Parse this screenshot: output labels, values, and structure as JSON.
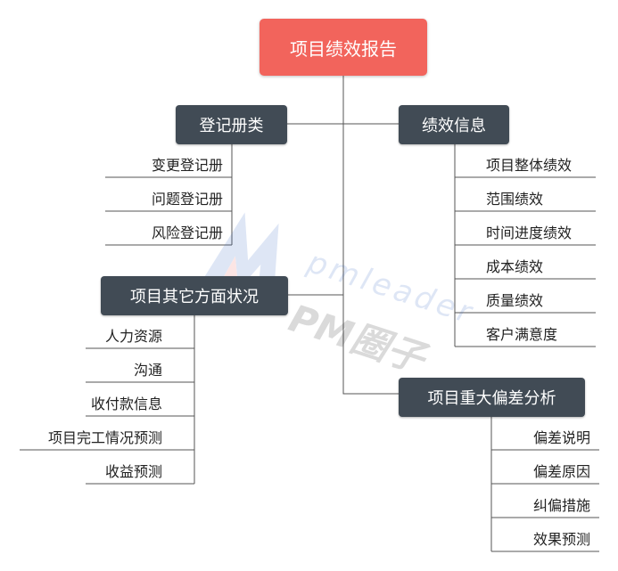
{
  "root": {
    "label": "项目绩效报告"
  },
  "registers": {
    "label": "登记册类",
    "items": [
      "变更登记册",
      "问题登记册",
      "风险登记册"
    ]
  },
  "performance": {
    "label": "绩效信息",
    "items": [
      "项目整体绩效",
      "范围绩效",
      "时间进度绩效",
      "成本绩效",
      "质量绩效",
      "客户满意度"
    ]
  },
  "other": {
    "label": "项目其它方面状况",
    "items": [
      "人力资源",
      "沟通",
      "收付款信息",
      "项目完工情况预测",
      "收益预测"
    ]
  },
  "variance": {
    "label": "项目重大偏差分析",
    "items": [
      "偏差说明",
      "偏差原因",
      "纠偏措施",
      "效果预测"
    ]
  },
  "watermark": {
    "text_latin": "pmleader",
    "text_cn": "PM圈子"
  },
  "colors": {
    "root": "#f2645c",
    "branch": "#414b55",
    "line": "#555555"
  }
}
